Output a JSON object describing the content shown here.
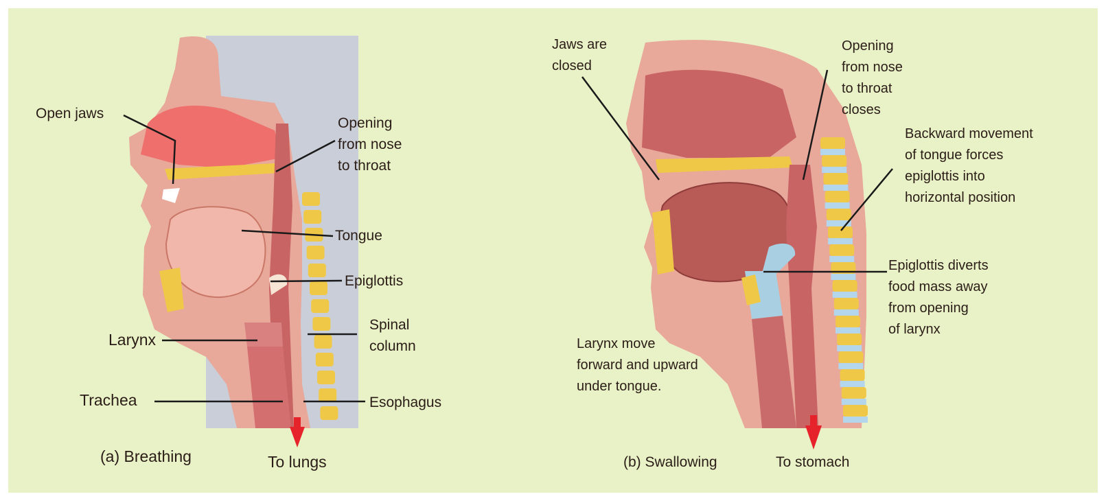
{
  "colors": {
    "background": "#e9f2c7",
    "tissue": "#e8a89a",
    "muscle": "#c86464",
    "cartilage": "#f0c848",
    "vertebra_fluid": "#b4d6ec",
    "arrow": "#e6232a",
    "line": "#1a1a1a"
  },
  "panel_a": {
    "caption": "(a) Breathing",
    "arrow_label": "To lungs",
    "labels": {
      "open_jaws": "Open jaws",
      "opening": "Opening\nfrom nose\nto throat",
      "tongue": "Tongue",
      "epiglottis": "Epiglottis",
      "larynx": "Larynx",
      "spinal": "Spinal\ncolumn",
      "trachea": "Trachea",
      "esophagus": "Esophagus"
    }
  },
  "panel_b": {
    "caption": "(b) Swallowing",
    "arrow_label": "To stomach",
    "labels": {
      "jaws_closed": "Jaws are\nclosed",
      "opening_closes": "Opening\nfrom nose\nto throat\ncloses",
      "backward": "Backward movement\nof tongue forces\nepiglottis into\nhorizontal position",
      "epiglottis_diverts": "Epiglottis diverts\nfood mass away\nfrom opening\nof larynx",
      "larynx_move": "Larynx move\nforward and upward\nunder tongue."
    }
  }
}
